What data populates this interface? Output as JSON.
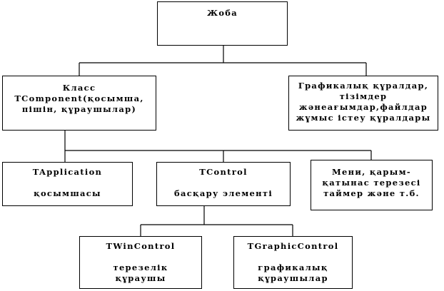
{
  "root": {
    "title": "Жоба"
  },
  "component": {
    "lines": [
      "Класс",
      "TComponent(қосымша,",
      "пішін, құраушылар)"
    ]
  },
  "graphics_tools": {
    "lines": [
      "Графикалық   құралдар,",
      "тізімдер",
      "жәнеағымдар,файлдар",
      "жұмыс  істеу құралдары"
    ]
  },
  "application": {
    "title": "TApplication",
    "subtitle": "қосымшасы"
  },
  "control": {
    "title": "TControl",
    "subtitle": "басқару  элементі"
  },
  "menu": {
    "lines": [
      "Мени, қарым-",
      "қатынас терезесі",
      "таймер және т.б."
    ]
  },
  "win_control": {
    "title": "TWinControl",
    "lines": [
      "терезелік",
      "құраушы"
    ]
  },
  "graphic_control": {
    "title": "TGraphicControl",
    "lines": [
      "графикалық",
      "құраушылар"
    ]
  }
}
